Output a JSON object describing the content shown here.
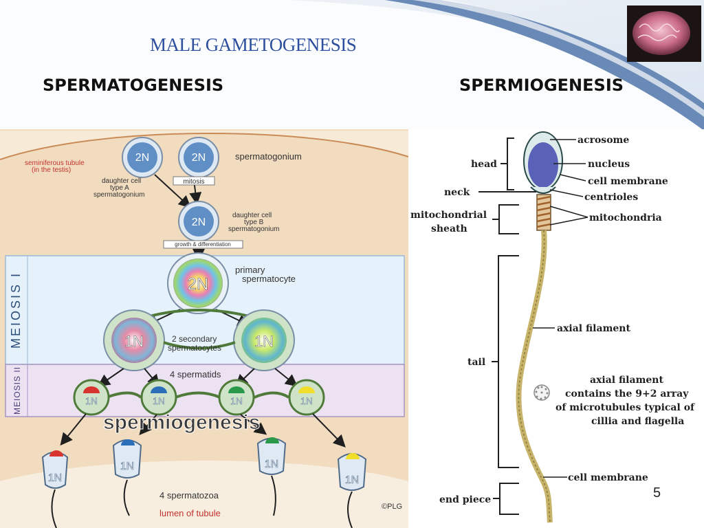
{
  "slide": {
    "title": "MALE GAMETOGENESIS",
    "left_heading": "SPERMATOGENESIS",
    "right_heading": "SPERMIOGENESIS",
    "page_number": "5"
  },
  "colors": {
    "title": "#2d4f9e",
    "tubule": "#f0d7b4",
    "meiosis1_band": "#e4f1fa",
    "meiosis2_band": "#ece1f2",
    "cell_blue": "#5f8fc4",
    "arrow": "#1f1f1f"
  },
  "spermatogenesis": {
    "tubule_label": "seminiferous tubule\n(in the testis)",
    "cells": {
      "spermatogonium": "2N",
      "daughter_a": "2N",
      "daughter_b": "2N",
      "primary": "2N",
      "secondary": [
        "1N",
        "1N"
      ],
      "spermatids": [
        "1N",
        "1N",
        "1N",
        "1N"
      ],
      "spermatozoa": [
        "1N",
        "1N",
        "1N",
        "1N"
      ]
    },
    "labels": {
      "spermatogonium": "spermatogonium",
      "daughter_a": "daughter cell\ntype A\nspermatogonium",
      "mitosis": "mitosis",
      "daughter_b": "daughter cell\ntype B\nspermatogonium",
      "growth": "growth & differentiation",
      "primary": "primary\nspermatocyte",
      "secondary": "2 secondary\nspermatocytes",
      "spermatids": "4 spermatids",
      "spermiogenesis": "spermiogenesis",
      "spermatozoa": "4 spermatozoa",
      "lumen": "lumen of tubule",
      "copyright": "©PLG"
    },
    "bands": {
      "meiosis1": "MEIOSIS I",
      "meiosis2": "MEIOSIS II"
    }
  },
  "sperm_structure": {
    "head": "head",
    "neck": "neck",
    "midpiece": "mitochondrial\nsheath",
    "tail": "tail",
    "end_piece": "end piece",
    "acrosome": "acrosome",
    "nucleus": "nucleus",
    "cell_membrane_top": "cell membrane",
    "centrioles": "centrioles",
    "mitochondria": "mitochondria",
    "axial_filament": "axial filament",
    "axial_note": "axial filament\ncontains the 9+2 array\nof microtubules typical of\ncillia and flagella",
    "cell_membrane_bottom": "cell membrane"
  }
}
